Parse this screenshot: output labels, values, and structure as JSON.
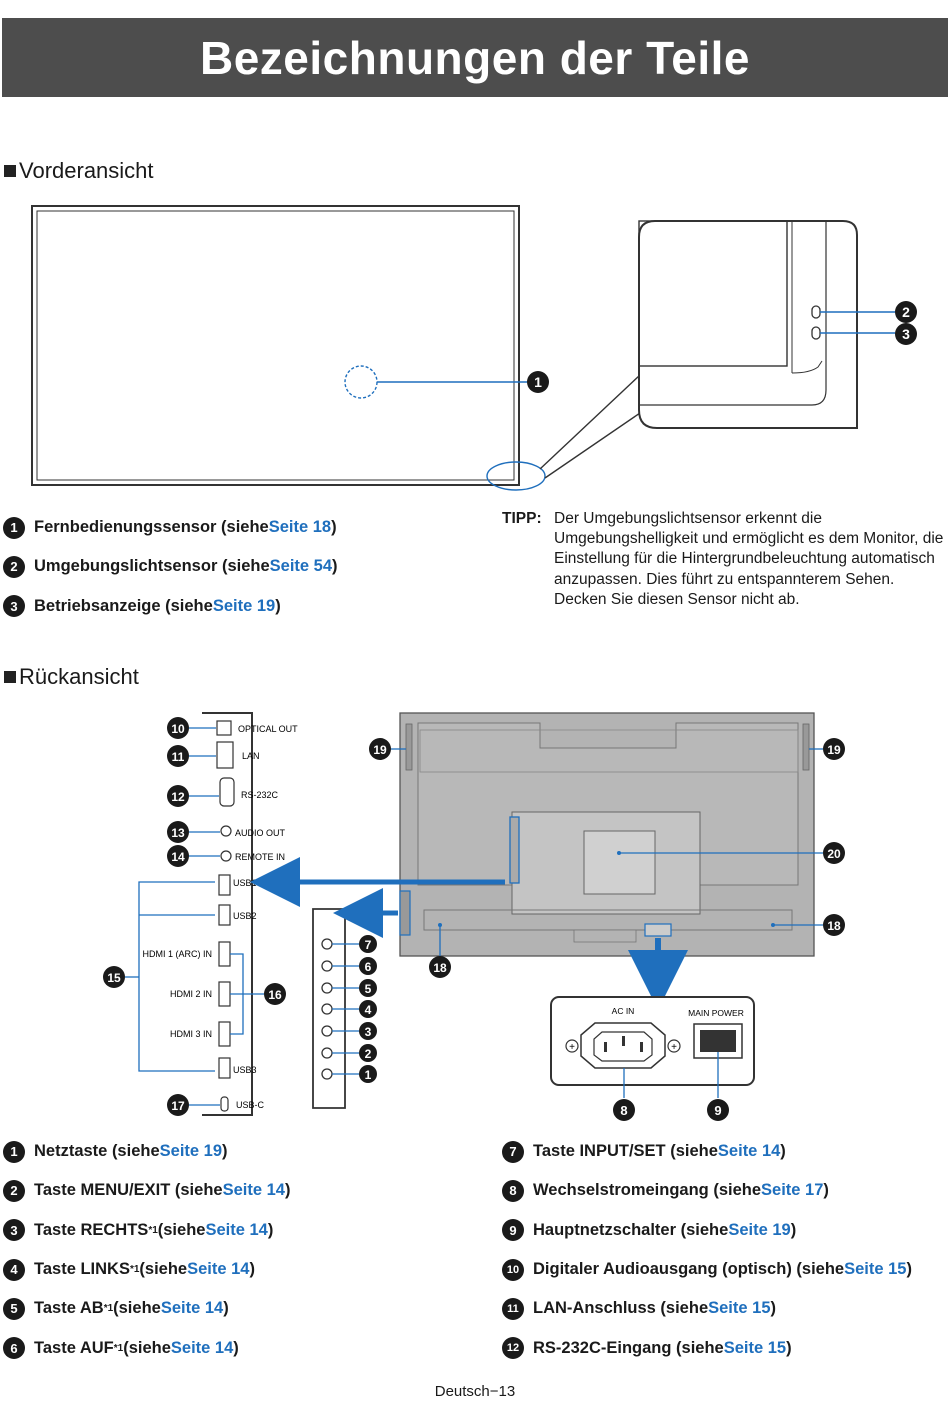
{
  "title": "Bezeichnungen der Teile",
  "front": {
    "heading": "Vorderansicht",
    "legend": [
      {
        "num": "1",
        "text": "Fernbedienungssensor (siehe ",
        "link": "Seite 18",
        "tail": ")"
      },
      {
        "num": "2",
        "text": "Umgebungslichtsensor (siehe ",
        "link": "Seite 54",
        "tail": ")"
      },
      {
        "num": "3",
        "text": "Betriebsanzeige (siehe ",
        "link": "Seite 19",
        "tail": ")"
      }
    ],
    "tipp_label": "TIPP:",
    "tipp_text": "Der Umgebungslichtsensor erkennt die Umgebungshelligkeit und ermöglicht es dem Monitor, die Einstellung für die Hintergrundbeleuchtung automatisch anzupassen. Dies führt zu entspannterem Sehen. Decken Sie diesen Sensor nicht ab.",
    "callouts": [
      "1",
      "2",
      "3"
    ]
  },
  "rear": {
    "heading": "Rückansicht",
    "port_labels": [
      "OPTICAL OUT",
      "LAN",
      "RS-232C",
      "AUDIO OUT",
      "REMOTE IN",
      "USB1",
      "USB2",
      "HDMI 1 (ARC) IN",
      "HDMI 2 IN",
      "HDMI 3 IN",
      "USB3",
      "USB-C"
    ],
    "power_labels": {
      "ac_in": "AC IN",
      "main_power": "MAIN POWER"
    },
    "callouts": {
      "n10": "10",
      "n11": "11",
      "n12": "12",
      "n13": "13",
      "n14": "14",
      "n15": "15",
      "n16": "16",
      "n17": "17",
      "n18": "18",
      "n19": "19",
      "n20": "20",
      "n7": "7",
      "n6": "6",
      "n5": "5",
      "n4": "4",
      "n3": "3",
      "n2": "2",
      "n1": "1",
      "n8": "8",
      "n9": "9"
    },
    "legend_left": [
      {
        "num": "1",
        "text": "Netztaste (siehe ",
        "sup": "",
        "link": "Seite 19",
        "tail": ")"
      },
      {
        "num": "2",
        "text": "Taste MENU/EXIT (siehe ",
        "sup": "",
        "link": "Seite 14",
        "tail": ")"
      },
      {
        "num": "3",
        "text": "Taste RECHTS",
        "sup": "*1",
        "text2": " (siehe ",
        "link": "Seite 14",
        "tail": ")"
      },
      {
        "num": "4",
        "text": "Taste LINKS",
        "sup": "*1",
        "text2": " (siehe ",
        "link": "Seite 14",
        "tail": ")"
      },
      {
        "num": "5",
        "text": "Taste AB",
        "sup": "*1",
        "text2": " (siehe ",
        "link": "Seite 14",
        "tail": ")"
      },
      {
        "num": "6",
        "text": "Taste AUF",
        "sup": "*1",
        "text2": " (siehe ",
        "link": "Seite 14",
        "tail": ")"
      }
    ],
    "legend_right": [
      {
        "num": "7",
        "text": "Taste INPUT/SET (siehe ",
        "link": "Seite 14",
        "tail": ")"
      },
      {
        "num": "8",
        "text": "Wechselstromeingang (siehe ",
        "link": "Seite 17",
        "tail": ")"
      },
      {
        "num": "9",
        "text": "Hauptnetzschalter (siehe ",
        "link": "Seite 19",
        "tail": ")"
      },
      {
        "num": "10",
        "text": "Digitaler Audioausgang (optisch) (siehe ",
        "link": "Seite 15",
        "tail": ")"
      },
      {
        "num": "11",
        "text": "LAN-Anschluss (siehe ",
        "link": "Seite 15",
        "tail": ")"
      },
      {
        "num": "12",
        "text": "RS-232C-Eingang (siehe ",
        "link": "Seite 15",
        "tail": ")"
      }
    ]
  },
  "footer": "Deutsch−13",
  "colors": {
    "banner": "#4d4d4d",
    "link": "#1f6fbd",
    "arrow": "#1f6fbd",
    "panel": "#b3b3b3"
  }
}
